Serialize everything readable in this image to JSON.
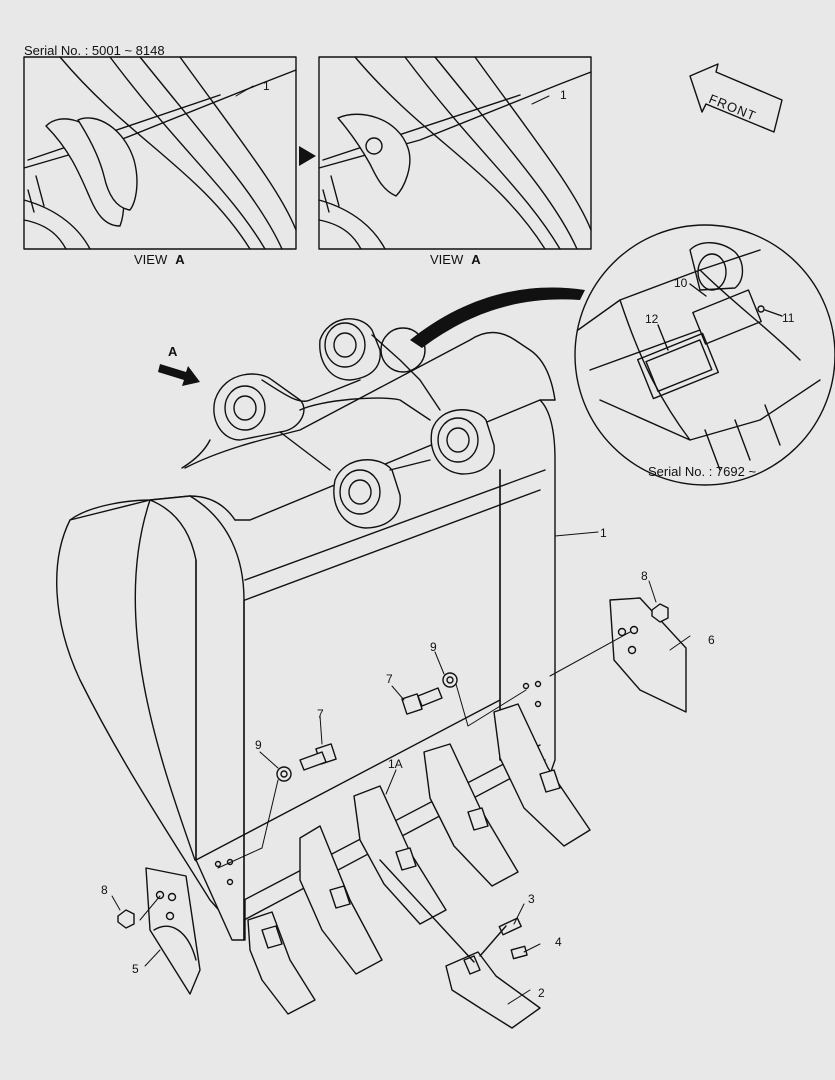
{
  "header": {
    "serial_range": "Serial No. : 5001 ~ 8148"
  },
  "views": {
    "left": {
      "caption": "VIEW",
      "letter": "A",
      "callout": "1"
    },
    "right": {
      "caption": "VIEW",
      "letter": "A",
      "callout": "1"
    }
  },
  "front_arrow": {
    "label": "FRONT"
  },
  "view_marker": {
    "letter": "A"
  },
  "detail": {
    "serial_note": "Serial No. : 7692 ~",
    "callouts": {
      "p10": "10",
      "p11": "11",
      "p12": "12"
    }
  },
  "parts": {
    "p1": "1",
    "p1a": "1A",
    "p2": "2",
    "p3": "3",
    "p4": "4",
    "p5": "5",
    "p6": "6",
    "p7_left": "7",
    "p7_right": "7",
    "p8_left": "8",
    "p8_right": "8",
    "p9_left": "9",
    "p9_right": "9"
  },
  "icons": {
    "front_arrow": "front-arrow-icon",
    "view_arrow": "view-direction-arrow-icon",
    "transition": "triangle-right-icon"
  }
}
